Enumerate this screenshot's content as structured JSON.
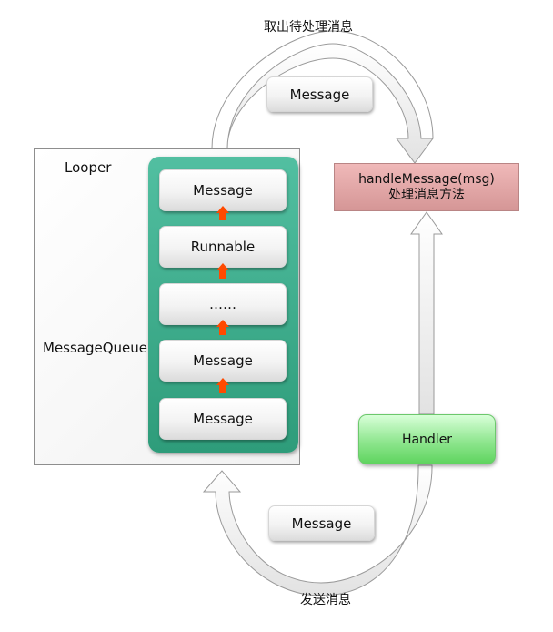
{
  "labels": {
    "take_message": "取出待处理消息",
    "send_message": "发送消息",
    "looper": "Looper",
    "message_queue": "MessageQueue"
  },
  "top_message": "Message",
  "bottom_message": "Message",
  "queue_items": [
    "Message",
    "Runnable",
    "……",
    "Message",
    "Message"
  ],
  "handle_method": {
    "line1": "handleMessage(msg)",
    "line2": "处理消息方法"
  },
  "handler": "Handler",
  "colors": {
    "queue": "#3aa887",
    "recycle": "#1fab4a",
    "handle_box": "#e5a8a8",
    "handler": "#7ddc7d",
    "queue_arrows": "#ff4a00"
  },
  "icons": {
    "looper": "recycle-icon"
  }
}
